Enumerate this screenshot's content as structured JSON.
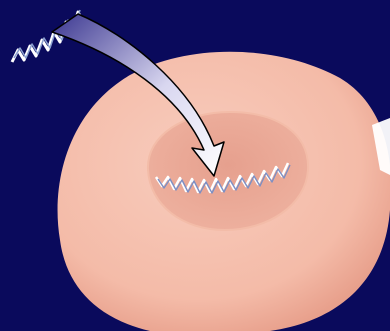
{
  "colors": {
    "background": "#0a0a5c",
    "cell_fill": "#f6c3b2",
    "cell_shade": "#e8a08c",
    "nucleus_fill": "#eba896",
    "nucleus_edge": "#f3bca8",
    "dna_strand": "#ffffff",
    "dna_strand_alt": "#8a9fcf",
    "arrow_fill_start": "#ffffff",
    "arrow_fill_end": "#3a3690",
    "arrow_stroke": "#000000"
  },
  "elements": {
    "cell": "cell-body",
    "nucleus": "cell-nucleus",
    "incoming_dna": "dna-fragment-incoming",
    "integrated_dna": "dna-fragment-in-nucleus",
    "arrow": "insertion-arrow"
  }
}
